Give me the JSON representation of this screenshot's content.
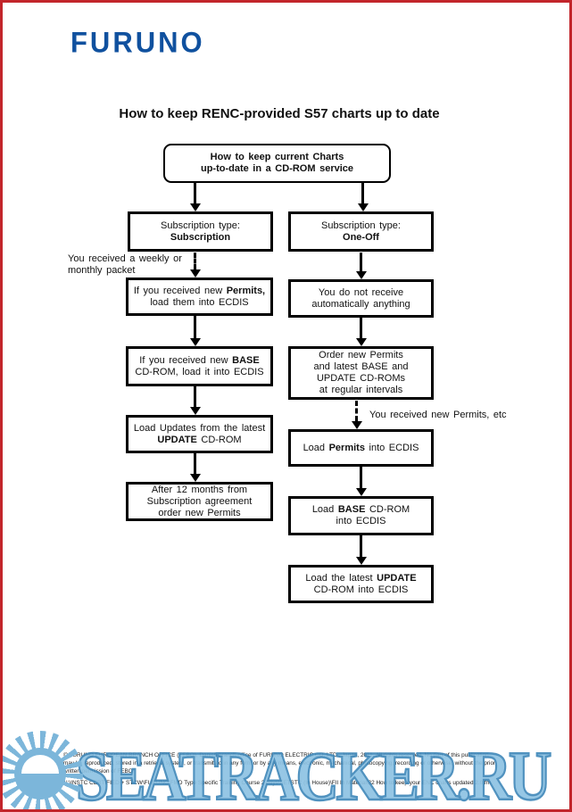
{
  "header": {
    "logo": "FURUNO",
    "title": "How to keep RENC-provided S57 charts up to date"
  },
  "flowchart": {
    "root": {
      "line1": "How to keep current Charts",
      "line2": "up-to-date in a CD-ROM service"
    },
    "subscription_left": {
      "line1": "Subscription type:",
      "line2": "Subscription"
    },
    "subscription_right": {
      "line1": "Subscription type:",
      "line2": "One-Off"
    },
    "note_weekly": {
      "line1": "You received a weekly or",
      "line2": "monthly packet"
    },
    "left_permits": {
      "seg1": "If you received new ",
      "seg2": "Permits,",
      "line2": "load them into ECDIS"
    },
    "left_base": {
      "seg1": "If you received new ",
      "seg2": "BASE",
      "line2": "CD-ROM, load it into ECDIS"
    },
    "left_update": {
      "line1": "Load Updates from the latest",
      "seg1": "UPDATE",
      "seg2": " CD-ROM"
    },
    "left_after12": {
      "line1": "After 12 months from",
      "line2": "Subscription agreement",
      "line3": "order new Permits"
    },
    "right_not_receive": {
      "line1": "You do not receive",
      "line2": "automatically anything"
    },
    "right_order": {
      "line1": "Order new Permits",
      "line2": "and latest BASE and",
      "line3": "UPDATE CD-ROMs",
      "line4": "at regular intervals"
    },
    "note_received": "You received new Permits, etc",
    "right_load_permits": {
      "seg1": "Load ",
      "seg2": "Permits",
      "seg3": " into ECDIS"
    },
    "right_load_base": {
      "seg1": "Load ",
      "seg2": "BASE",
      "seg3": " CD-ROM",
      "line2": "into ECDIS"
    },
    "right_load_update": {
      "seg1": "Load the latest ",
      "seg2": "UPDATE",
      "line2": "CD-ROM into ECDIS"
    }
  },
  "footer": {
    "copyright_line1": "© FURUNO EUROPEAN BRANCH OFFICE (FEBO), Danish branch office of FURUNO ELECTRIC CO. LTD., Japan, 2011. All rights reserved. No part of this publication",
    "copyright_line2": "may be reproduced, stored in a retrieval system, or transmitted in any form or by any means, electronic, mechanical, photocopying, recording or otherwise, without the prior",
    "copyright_line3": "written permission of FEBO.",
    "file_path": "N:\\INSTC CERTIFIED + STCW\\FURUNO FMD Type Specific Training Course 2 days\\FETSTC (In House)\\FII In Material\\32 How to keep your ENC charts updated 2.0.fm"
  },
  "watermark": {
    "text": "SEATRACKER.RU"
  },
  "colors": {
    "logo_blue": "#10519f",
    "border_red": "#c2252b",
    "watermark_blue": "#8ec3e3",
    "box_border": "#000000"
  }
}
